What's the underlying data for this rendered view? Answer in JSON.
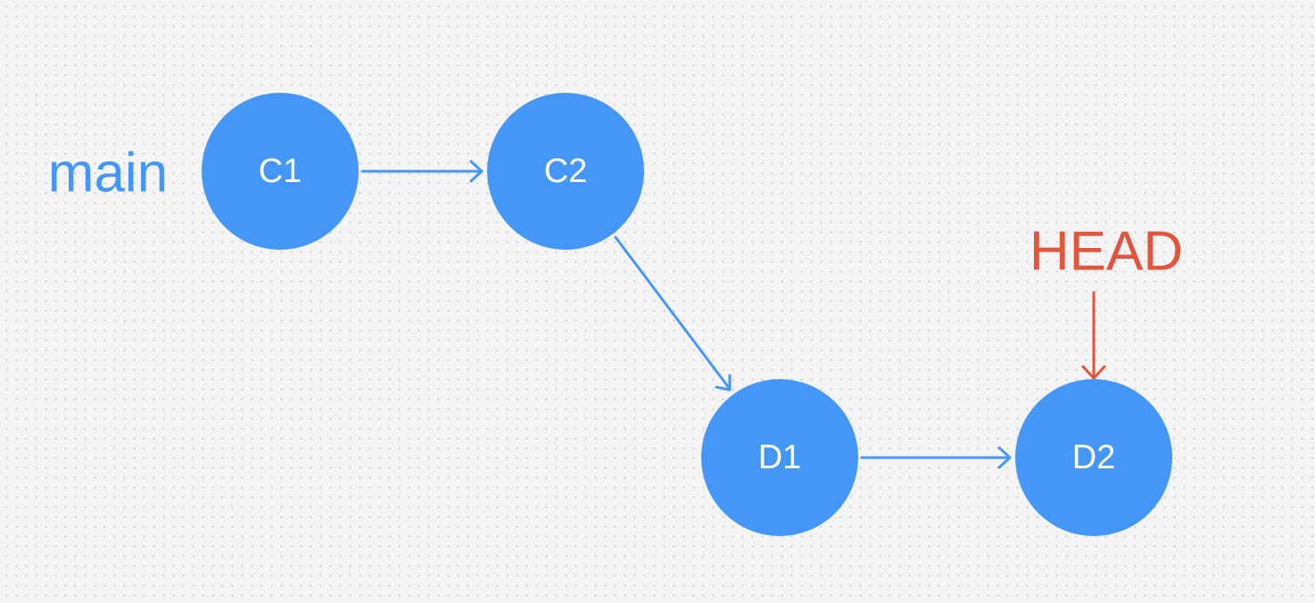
{
  "diagram": {
    "branch_label": "main",
    "head_label": "HEAD",
    "commits": [
      {
        "id": "c1",
        "label": "C1"
      },
      {
        "id": "c2",
        "label": "C2"
      },
      {
        "id": "d1",
        "label": "D1"
      },
      {
        "id": "d2",
        "label": "D2"
      }
    ],
    "edges": [
      {
        "from": "c1",
        "to": "c2"
      },
      {
        "from": "c2",
        "to": "d1"
      },
      {
        "from": "d1",
        "to": "d2"
      }
    ],
    "head_points_to": "d2",
    "colors": {
      "commit": "#4597f7",
      "branch": "#4597f7",
      "head": "#e0553b",
      "background": "#f4f4f4"
    }
  }
}
